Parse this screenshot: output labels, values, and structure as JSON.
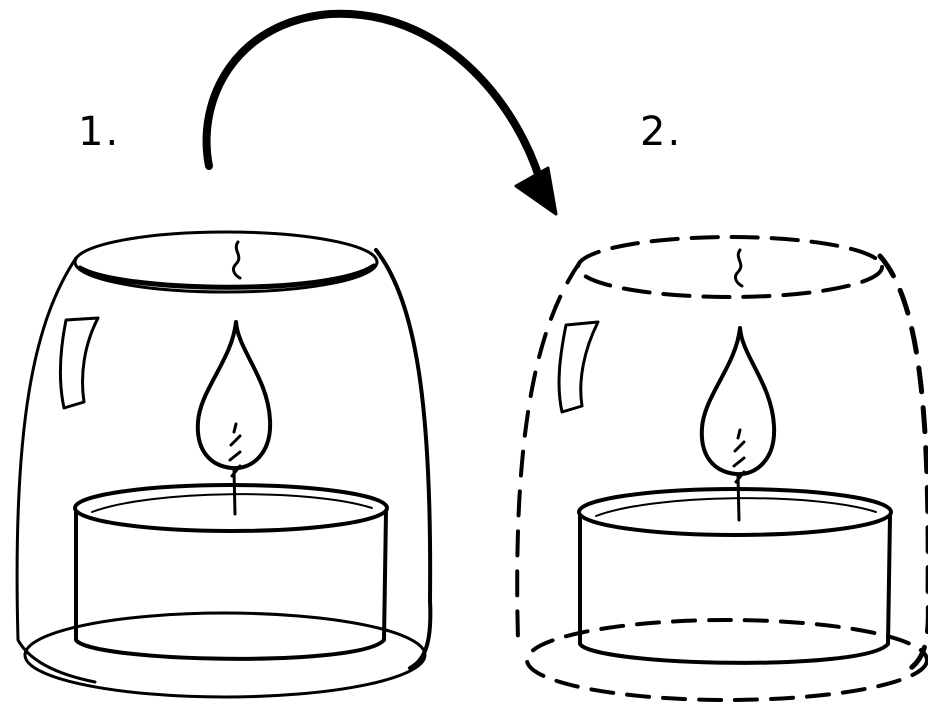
{
  "steps": [
    {
      "label": "1.",
      "jar_state": "solid"
    },
    {
      "label": "2.",
      "jar_state": "dashed"
    }
  ],
  "colors": {
    "ink": "#000000",
    "background": "#ffffff"
  },
  "icons": {
    "transition": "curved-arrow-icon"
  }
}
